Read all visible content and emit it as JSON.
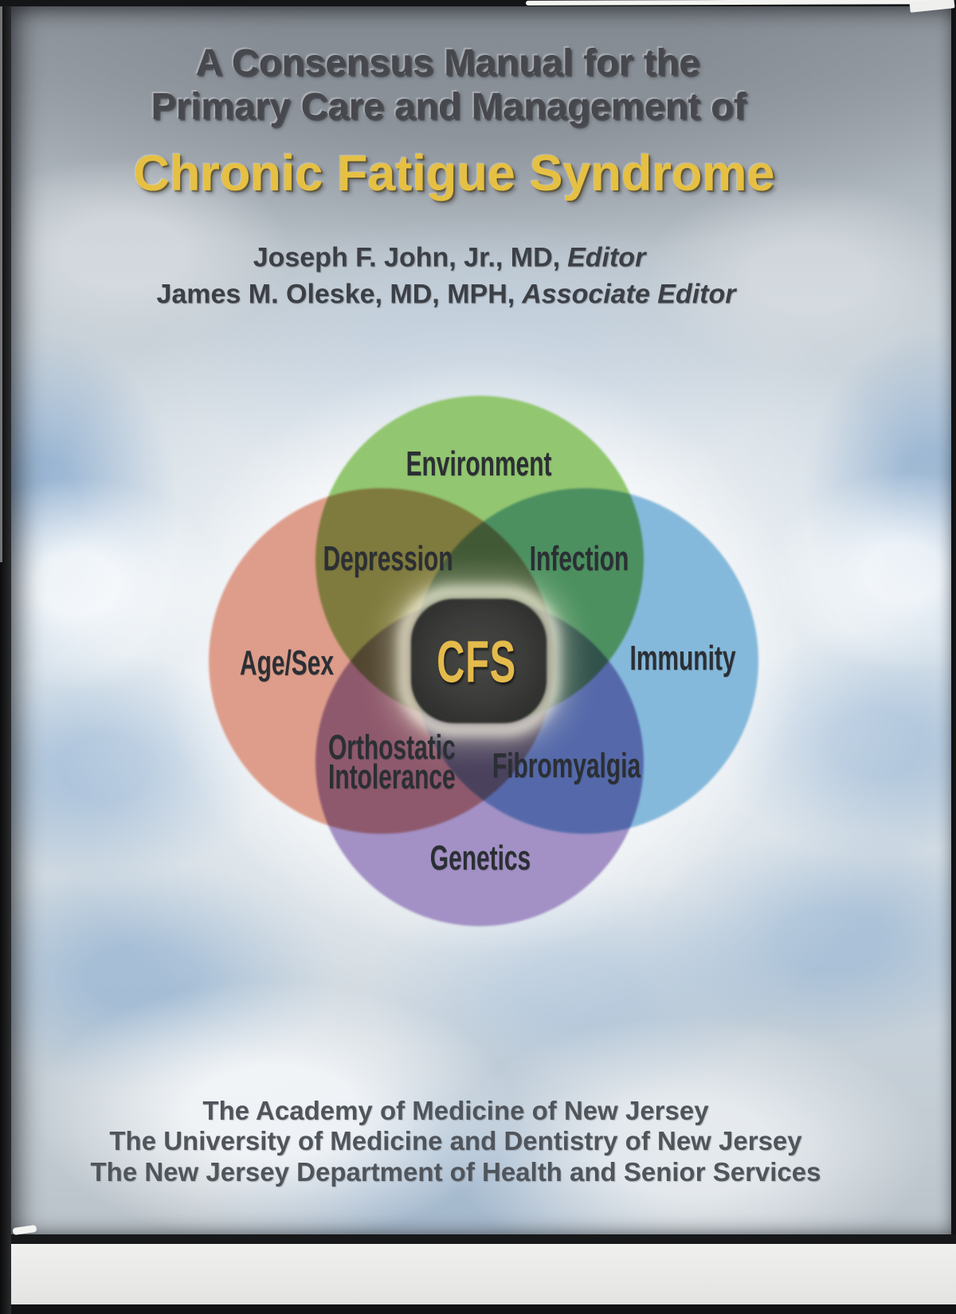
{
  "cover": {
    "title": {
      "line1": "A Consensus Manual for the",
      "line2": "Primary Care and Management of",
      "main": "Chronic Fatigue Syndrome"
    },
    "editors": [
      {
        "name": "Joseph F. John, Jr., MD,",
        "role": "Editor"
      },
      {
        "name": "James M. Oleske, MD, MPH,",
        "role": "Associate Editor"
      }
    ],
    "publishers": [
      "The Academy of Medicine of New Jersey",
      "The University of Medicine and Dentistry of New Jersey",
      "The New Jersey Department of Health and Senior Services"
    ],
    "colors": {
      "title_gray": "#47484D",
      "title_gold": "#E6C043",
      "cfs_gold": "#E4BA4C"
    }
  },
  "diagram": {
    "type": "venn",
    "center_label": "CFS",
    "circles": [
      {
        "label": "Environment",
        "position": "top",
        "color": "#92C66F"
      },
      {
        "label": "Age/Sex",
        "position": "left",
        "color": "#DE9D8B"
      },
      {
        "label": "Immunity",
        "position": "right",
        "color": "#85B9DB"
      },
      {
        "label": "Genetics",
        "position": "bottom",
        "color": "#A391C6"
      }
    ],
    "overlaps": [
      {
        "label": "Depression",
        "between": "Environment + Age/Sex"
      },
      {
        "label": "Infection",
        "between": "Environment + Immunity"
      },
      {
        "label": "Orthostatic Intolerance",
        "between": "Age/Sex + Genetics",
        "lines": [
          "Orthostatic",
          "Intolerance"
        ]
      },
      {
        "label": "Fibromyalgia",
        "between": "Immunity + Genetics"
      }
    ]
  }
}
